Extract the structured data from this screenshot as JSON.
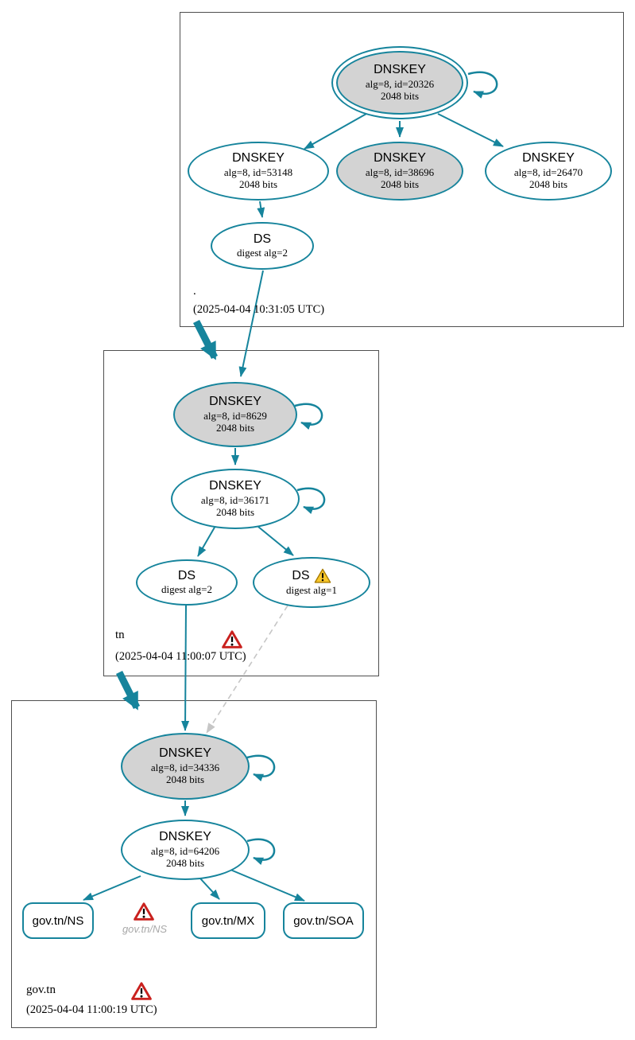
{
  "colors": {
    "teal": "#16849c",
    "node_fill_gray": "#d3d3d3",
    "error_red": "#c9211e",
    "warning_yellow": "#f8c72b",
    "dashed_gray": "#c6c6c6",
    "box_border": "#4f4f4f"
  },
  "zones": {
    "root": {
      "label": ".",
      "timestamp": "(2025-04-04 10:31:05 UTC)",
      "nodes": {
        "ksk20326": {
          "title": "DNSKEY",
          "detail1": "alg=8, id=20326",
          "detail2": "2048 bits"
        },
        "zsk53148": {
          "title": "DNSKEY",
          "detail1": "alg=8, id=53148",
          "detail2": "2048 bits"
        },
        "zsk38696": {
          "title": "DNSKEY",
          "detail1": "alg=8, id=38696",
          "detail2": "2048 bits"
        },
        "zsk26470": {
          "title": "DNSKEY",
          "detail1": "alg=8, id=26470",
          "detail2": "2048 bits"
        },
        "ds": {
          "title": "DS",
          "detail1": "digest alg=2"
        }
      }
    },
    "tn": {
      "label": "tn",
      "timestamp": "(2025-04-04 11:00:07 UTC)",
      "nodes": {
        "ksk8629": {
          "title": "DNSKEY",
          "detail1": "alg=8, id=8629",
          "detail2": "2048 bits"
        },
        "zsk36171": {
          "title": "DNSKEY",
          "detail1": "alg=8, id=36171",
          "detail2": "2048 bits"
        },
        "ds2": {
          "title": "DS",
          "detail1": "digest alg=2"
        },
        "ds1": {
          "title": "DS",
          "detail1": "digest alg=1"
        }
      }
    },
    "govtn": {
      "label": "gov.tn",
      "timestamp": "(2025-04-04 11:00:19 UTC)",
      "nodes": {
        "ksk34336": {
          "title": "DNSKEY",
          "detail1": "alg=8, id=34336",
          "detail2": "2048 bits"
        },
        "zsk64206": {
          "title": "DNSKEY",
          "detail1": "alg=8, id=64206",
          "detail2": "2048 bits"
        }
      },
      "rrsets": [
        {
          "label": "gov.tn/NS"
        },
        {
          "label": "gov.tn/MX"
        },
        {
          "label": "gov.tn/SOA"
        }
      ],
      "error_rrset": {
        "label": "gov.tn/NS"
      }
    }
  }
}
